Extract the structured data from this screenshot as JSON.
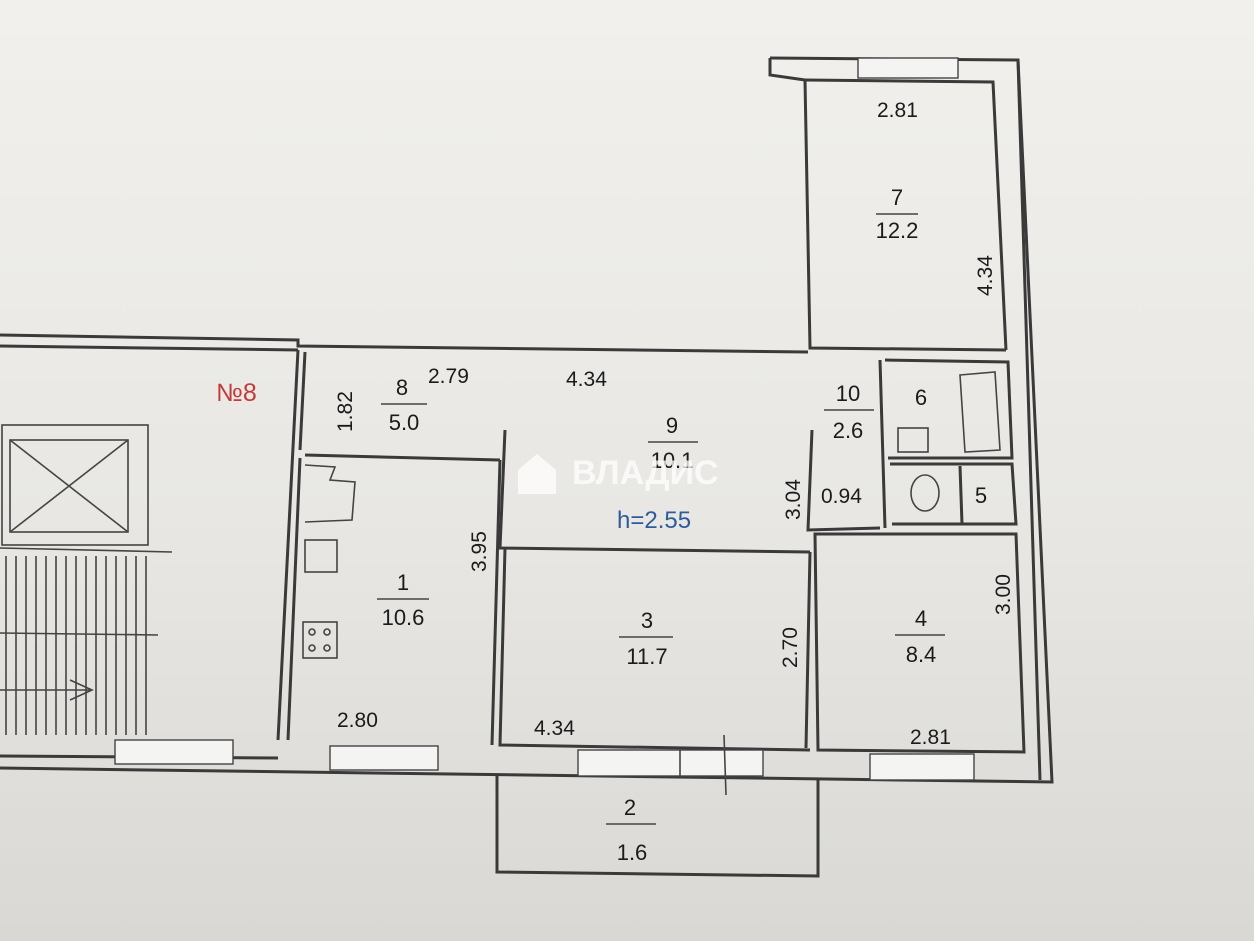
{
  "apartment_number": "№8",
  "ceiling_height": "h=2.55",
  "watermark": "ВЛАДИС",
  "rooms": [
    {
      "id": "1",
      "area": "10.6"
    },
    {
      "id": "2",
      "area": "1.6"
    },
    {
      "id": "3",
      "area": "11.7"
    },
    {
      "id": "4",
      "area": "8.4"
    },
    {
      "id": "5"
    },
    {
      "id": "6"
    },
    {
      "id": "7",
      "area": "12.2"
    },
    {
      "id": "8",
      "area": "5.0"
    },
    {
      "id": "9",
      "area": "10.1"
    },
    {
      "id": "10",
      "area": "2.6"
    }
  ],
  "dimensions": {
    "d_2_81_top": "2.81",
    "d_4_34_r7": "4.34",
    "d_1_82": "1.82",
    "d_2_79": "2.79",
    "d_4_34_hall": "4.34",
    "d_3_04": "3.04",
    "d_0_94": "0.94",
    "d_3_95": "3.95",
    "d_2_80": "2.80",
    "d_4_34_bottom": "4.34",
    "d_2_70": "2.70",
    "d_3_00": "3.00",
    "d_2_81_bottom": "2.81"
  },
  "colors": {
    "walls": "#3a3a3a",
    "apartment_number": "#c43a3a",
    "ceiling_height": "#2f5b9c"
  }
}
